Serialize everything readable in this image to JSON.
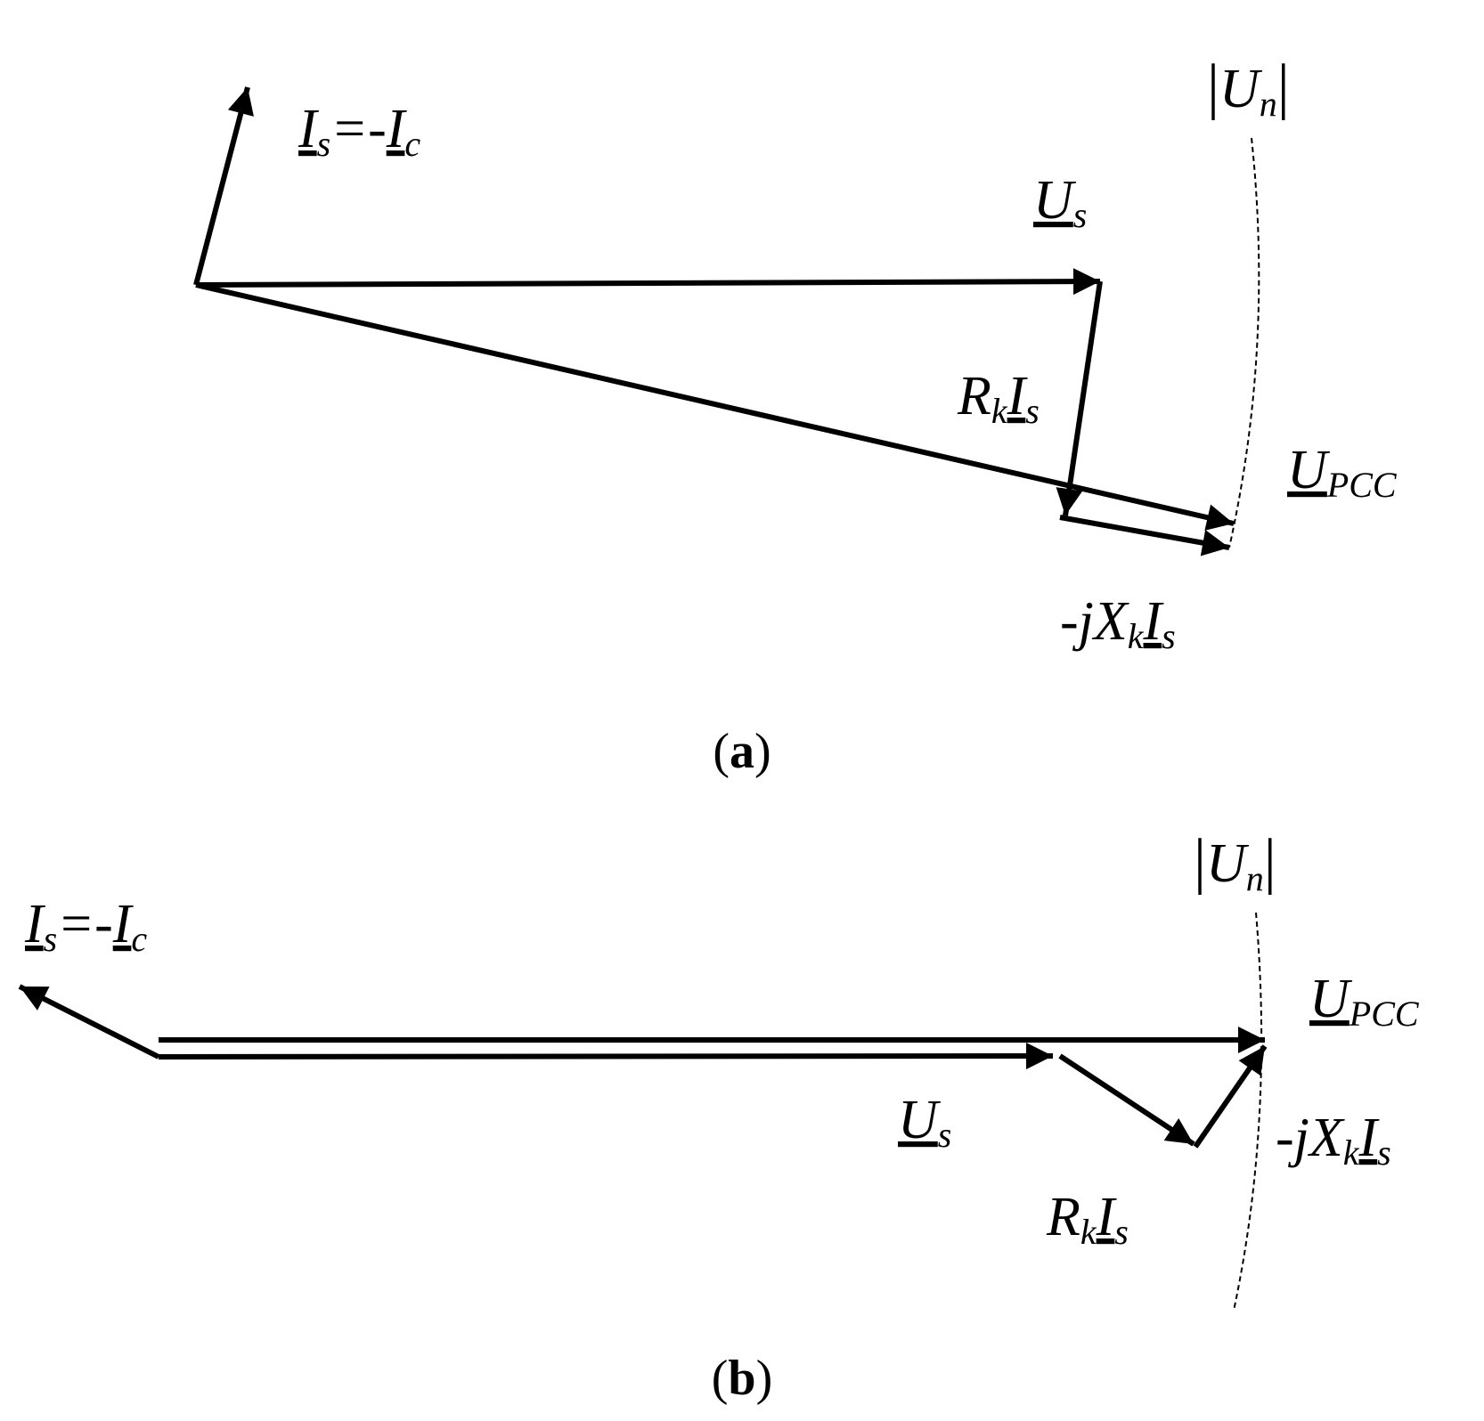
{
  "panel_a": {
    "caption_open": "(",
    "caption_letter": "a",
    "caption_close": ")",
    "labels": {
      "is_main": "I",
      "is_sub": "s",
      "eq": "=-",
      "ic_main": "I",
      "ic_sub": "c",
      "us_main": "U",
      "us_sub": "s",
      "un_open": "|",
      "un_main": "U",
      "un_sub": "n",
      "un_close": "|",
      "rk_main": "R",
      "rk_sub": "k",
      "rk_is_main": "I",
      "rk_is_sub": "s",
      "upcc_main": "U",
      "upcc_sub": "PCC",
      "jx_prefix": "-j",
      "jx_main": "X",
      "jx_sub": "k",
      "jx_is_main": "I",
      "jx_is_sub": "s"
    }
  },
  "panel_b": {
    "caption_open": "(",
    "caption_letter": "b",
    "caption_close": ")",
    "labels": {
      "is_main": "I",
      "is_sub": "s",
      "eq": "=-",
      "ic_main": "I",
      "ic_sub": "c",
      "un_open": "|",
      "un_main": "U",
      "un_sub": "n",
      "un_close": "|",
      "upcc_main": "U",
      "upcc_sub": "PCC",
      "us_main": "U",
      "us_sub": "s",
      "jx_prefix": "-j",
      "jx_main": "X",
      "jx_sub": "k",
      "jx_is_main": "I",
      "jx_is_sub": "s",
      "rk_main": "R",
      "rk_sub": "k",
      "rk_is_main": "I",
      "rk_is_sub": "s"
    }
  },
  "colors": {
    "stroke": "#000000",
    "background": "#ffffff"
  }
}
